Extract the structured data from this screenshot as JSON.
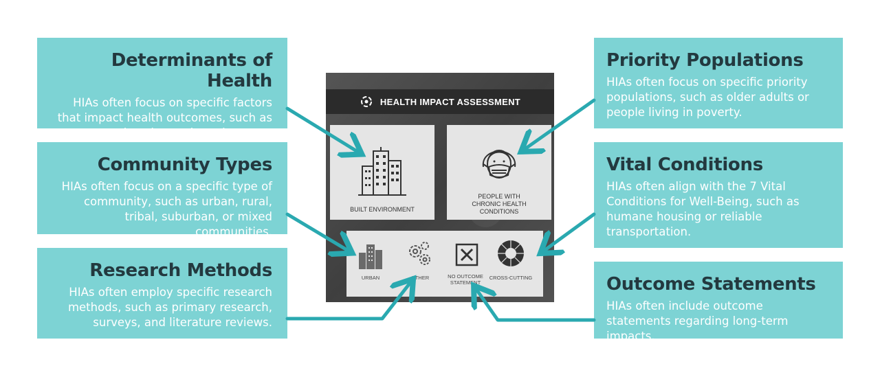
{
  "callouts": {
    "determinants": {
      "title": "Determinants of Health",
      "text": "HIAs often focus on specific factors that impact health outcomes, such as housing and employment."
    },
    "community": {
      "title": "Community Types",
      "text": "HIAs often focus on a specific type of community, such as urban, rural, tribal, suburban, or mixed communities."
    },
    "research": {
      "title": "Research Methods",
      "text": "HIAs often employ specific research methods, such as primary research, surveys, and literature reviews."
    },
    "priority": {
      "title": "Priority Populations",
      "text": "HIAs often focus on specific priority populations, such as older adults or people living in poverty."
    },
    "vital": {
      "title": "Vital Conditions",
      "text": "HIAs often align with the 7 Vital Conditions for Well-Being, such as humane housing or reliable transportation."
    },
    "outcome": {
      "title": "Outcome Statements",
      "text": "HIAs often include outcome statements regarding long-term impacts."
    }
  },
  "poster": {
    "header": "HEALTH IMPACT ASSESSMENT",
    "tile_built": "BUILT ENVIRONMENT",
    "tile_people": "PEOPLE WITH CHRONIC HEALTH CONDITIONS",
    "mini_urban": "URBAN",
    "mini_other": "OTHER",
    "mini_nooutcome": "NO OUTCOME STATEMENT",
    "mini_cross": "CROSS-CUTTING"
  },
  "colors": {
    "callout_bg": "#7dd3d4",
    "arrow": "#2aa9b0",
    "poster_bg": "#4a4a4a",
    "title_text": "#23393f"
  },
  "icons": [
    "buildings-icon",
    "masked-face-icon",
    "city-icon",
    "gears-icon",
    "x-box-icon",
    "wheel-icon",
    "circle-logo-icon"
  ]
}
